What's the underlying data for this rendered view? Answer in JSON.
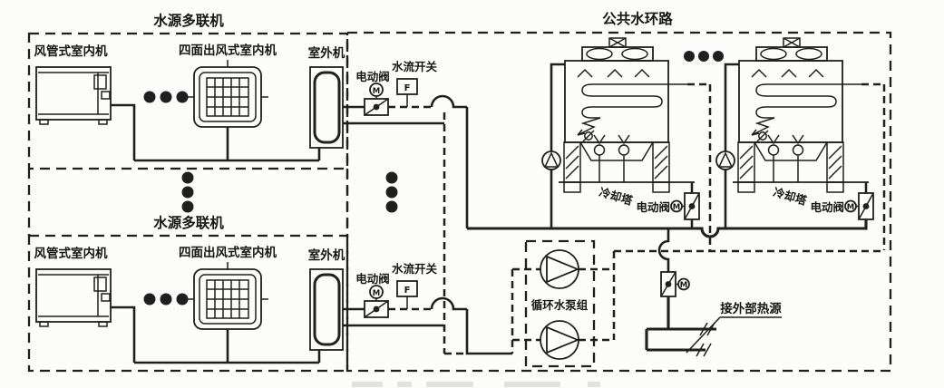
{
  "diagram_type": "water-source VRF air-conditioning system schematic",
  "colors": {
    "ink": "#1f1f1f",
    "background": "#fcfcfa"
  },
  "titles": {
    "vrf_system": "水源多联机",
    "public_water_loop": "公共水环路"
  },
  "labels": {
    "ducted_indoor_unit": "风管式室内机",
    "cassette_indoor_unit": "四面出风式室内机",
    "outdoor_unit": "室外机",
    "electric_valve": "电动阀",
    "water_flow_switch": "水流开关",
    "cooling_tower": "冷却塔",
    "pump_group": "循环水泵组",
    "external_heat_source": "接外部热源"
  },
  "symbol_letters": {
    "flow_switch_letter": "F",
    "motor_letter": "M"
  },
  "structure": {
    "vrf_rows": 2,
    "cooling_towers": 2,
    "circulating_pumps": 2,
    "repetition_marks": "ellipsis dots between repeated units, rows and towers"
  }
}
